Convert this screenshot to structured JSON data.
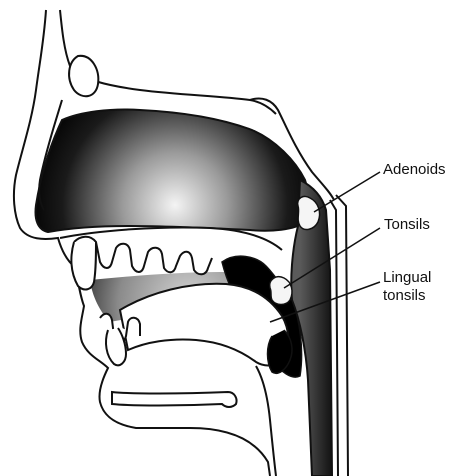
{
  "labels": {
    "adenoids": "Adenoids",
    "tonsils": "Tonsils",
    "lingual_line1": "Lingual",
    "lingual_line2": "tonsils"
  },
  "colors": {
    "outline": "#111111",
    "cavity_dark": "#000000",
    "cavity_light": "#f2f2f2",
    "tissue": "#ffffff"
  }
}
